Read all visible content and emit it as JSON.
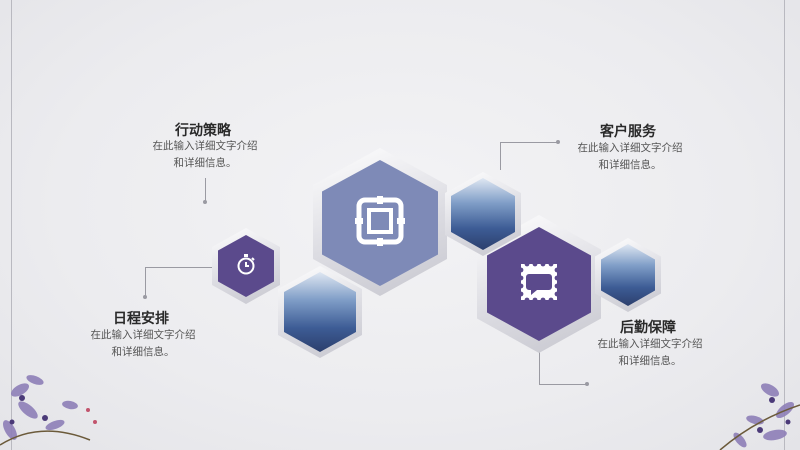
{
  "items": [
    {
      "title": "行动策略",
      "desc_line1": "在此输入详细文字介绍",
      "desc_line2": "和详细信息。"
    },
    {
      "title": "日程安排",
      "desc_line1": "在此输入详细文字介绍",
      "desc_line2": "和详细信息。"
    },
    {
      "title": "客户服务",
      "desc_line1": "在此输入详细文字介绍",
      "desc_line2": "和详细信息。"
    },
    {
      "title": "后勤保障",
      "desc_line1": "在此输入详细文字介绍",
      "desc_line2": "和详细信息。"
    }
  ],
  "icons": {
    "center": "frame-square-icon",
    "left": "stopwatch-icon",
    "right": "stamp-chat-icon"
  },
  "colors": {
    "hex_blue": "#7e8ab7",
    "hex_purple": "#5b4a8c",
    "text_dark": "#2a2a2a",
    "text_gray": "#555555",
    "line": "#9a9aa2"
  }
}
